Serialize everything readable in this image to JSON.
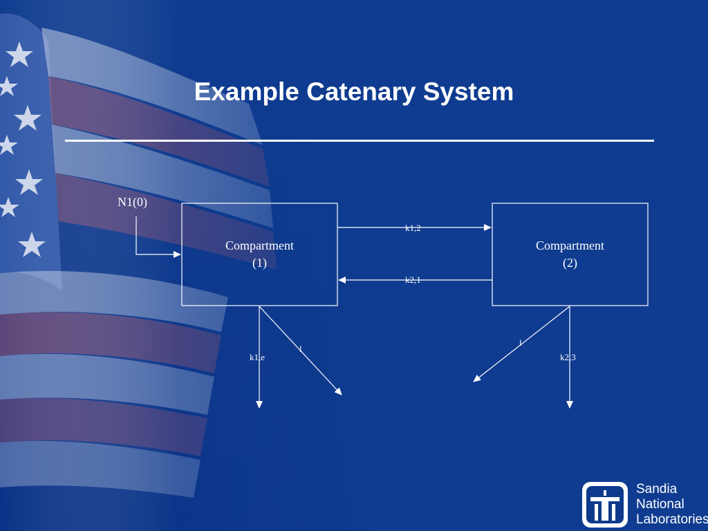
{
  "slide": {
    "title": "Example Catenary System"
  },
  "diagram": {
    "input_label": "N1(0)",
    "compartment_1": {
      "line1": "Compartment",
      "line2": "(1)"
    },
    "compartment_2": {
      "line1": "Compartment",
      "line2": "(2)"
    },
    "rate_k12": "k1,2",
    "rate_k21": "k2,1",
    "rate_k1e": "k1,e",
    "rate_k23": "k2,3",
    "mark_left": "l",
    "mark_right": "l"
  },
  "logo": {
    "line1": "Sandia",
    "line2": "National",
    "line3": "Laboratories"
  },
  "colors": {
    "background": "#0d3a8c",
    "foreground": "#ffffff"
  },
  "icons": [
    "flag-background",
    "sandia-thunderbird-logo"
  ]
}
